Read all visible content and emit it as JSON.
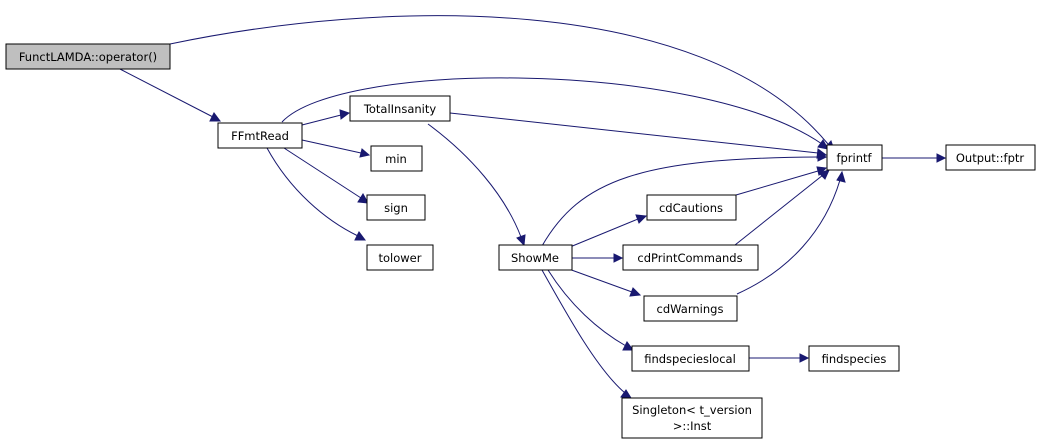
{
  "nodes": {
    "root": "FunctLAMDA::operator()",
    "ffmtread": "FFmtRead",
    "totalinsanity": "TotalInsanity",
    "min": "min",
    "sign": "sign",
    "tolower": "tolower",
    "showme": "ShowMe",
    "fprintf": "fprintf",
    "output_fptr": "Output::fptr",
    "cdcautions": "cdCautions",
    "cdprintcommands": "cdPrintCommands",
    "cdwarnings": "cdWarnings",
    "findspecieslocal": "findspecieslocal",
    "findspecies": "findspecies",
    "singleton_line1": "Singleton< t_version",
    "singleton_line2": ">::Inst"
  },
  "colors": {
    "edge": "#191970",
    "root_fill": "#bfbfbf",
    "node_fill": "#ffffff",
    "border": "#000000"
  }
}
